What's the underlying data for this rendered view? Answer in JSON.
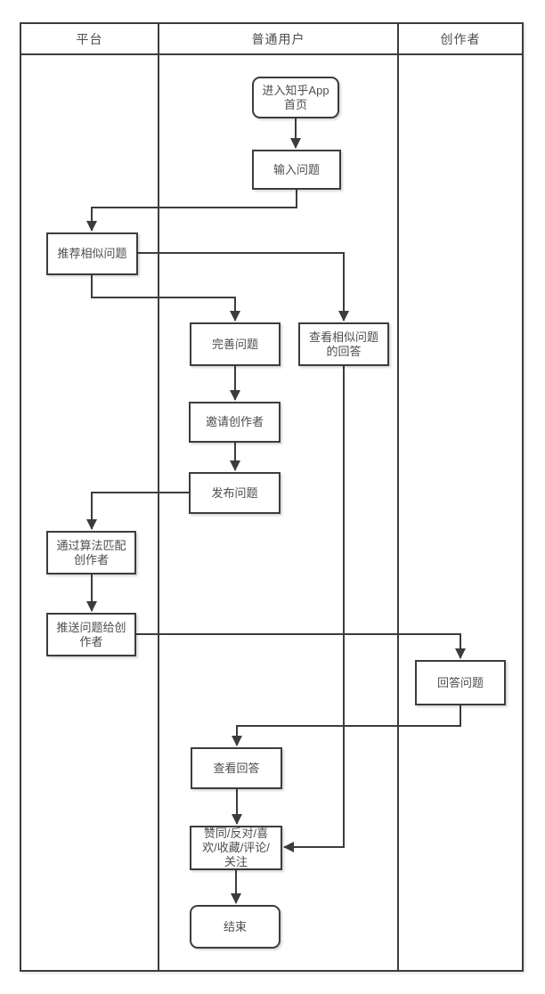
{
  "diagram": {
    "type": "swimlane-flowchart",
    "colors": {
      "line": "#3c3c3c",
      "box_border": "#3c3c3c",
      "box_fill": "#ffffff",
      "text": "#4d4d4d",
      "background": "#ffffff"
    },
    "lanes": [
      {
        "label": "平台"
      },
      {
        "label": "普通用户"
      },
      {
        "label": "创作者"
      }
    ],
    "nodes": [
      {
        "id": "start",
        "label": "进入知乎App\n首页",
        "shape": "rounded",
        "lane": "普通用户"
      },
      {
        "id": "input_question",
        "label": "输入问题",
        "shape": "rect",
        "lane": "普通用户"
      },
      {
        "id": "recommend_similar",
        "label": "推荐相似问题",
        "shape": "rect",
        "lane": "平台"
      },
      {
        "id": "improve_question",
        "label": "完善问题",
        "shape": "rect",
        "lane": "普通用户"
      },
      {
        "id": "view_similar_answers",
        "label": "查看相似问题\n的回答",
        "shape": "rect",
        "lane": "普通用户"
      },
      {
        "id": "invite_creators",
        "label": "邀请创作者",
        "shape": "rect",
        "lane": "普通用户"
      },
      {
        "id": "publish_question",
        "label": "发布问题",
        "shape": "rect",
        "lane": "普通用户"
      },
      {
        "id": "algorithm_match",
        "label": "通过算法匹配\n创作者",
        "shape": "rect",
        "lane": "平台"
      },
      {
        "id": "push_to_creators",
        "label": "推送问题给创\n作者",
        "shape": "rect",
        "lane": "平台"
      },
      {
        "id": "answer_question",
        "label": "回答问题",
        "shape": "rect",
        "lane": "创作者"
      },
      {
        "id": "view_answers",
        "label": "查看回答",
        "shape": "rect",
        "lane": "普通用户"
      },
      {
        "id": "interact_actions",
        "label": "赞同/反对/喜\n欢/收藏/评论/\n关注",
        "shape": "rect",
        "lane": "普通用户"
      },
      {
        "id": "end",
        "label": "结束",
        "shape": "rounded",
        "lane": "普通用户"
      }
    ],
    "edges": [
      {
        "from": "start",
        "to": "input_question"
      },
      {
        "from": "input_question",
        "to": "recommend_similar"
      },
      {
        "from": "recommend_similar",
        "to": "view_similar_answers"
      },
      {
        "from": "recommend_similar",
        "to": "improve_question"
      },
      {
        "from": "improve_question",
        "to": "invite_creators"
      },
      {
        "from": "invite_creators",
        "to": "publish_question"
      },
      {
        "from": "publish_question",
        "to": "algorithm_match"
      },
      {
        "from": "algorithm_match",
        "to": "push_to_creators"
      },
      {
        "from": "push_to_creators",
        "to": "answer_question"
      },
      {
        "from": "answer_question",
        "to": "view_answers"
      },
      {
        "from": "view_answers",
        "to": "interact_actions"
      },
      {
        "from": "view_similar_answers",
        "to": "interact_actions"
      },
      {
        "from": "interact_actions",
        "to": "end"
      }
    ]
  }
}
